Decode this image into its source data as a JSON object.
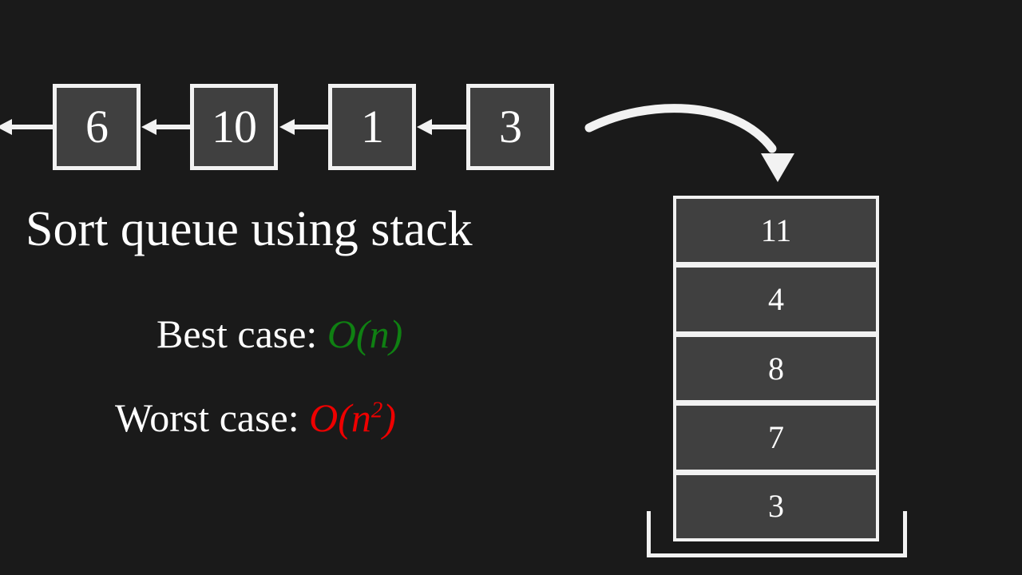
{
  "canvas": {
    "background_color": "#1a1a1a",
    "foreground_color": "#ffffff",
    "cell_fill_color": "#404040",
    "cell_border_color": "#f2f2f2"
  },
  "queue": {
    "label": "queue",
    "direction": "left",
    "nodes": [
      {
        "value": "6"
      },
      {
        "value": "10"
      },
      {
        "value": "1"
      },
      {
        "value": "3"
      }
    ]
  },
  "caption": {
    "title": "Sort queue using stack",
    "best": {
      "label": "Best case:",
      "complexity": "O(n)",
      "complexity_base": "O(n)",
      "color": "#0f8012"
    },
    "worst": {
      "label": "Worst case:",
      "complexity": "O(n^2)",
      "complexity_prefix": "O(n",
      "complexity_exponent": "2",
      "complexity_suffix": ")",
      "color": "#ee0000"
    }
  },
  "stack": {
    "label": "stack",
    "order": "top-to-bottom",
    "cells": [
      {
        "value": "11"
      },
      {
        "value": "4"
      },
      {
        "value": "8"
      },
      {
        "value": "7"
      },
      {
        "value": "3"
      }
    ]
  },
  "flow_arrow": {
    "label": "queue-to-stack-arrow",
    "color": "#f2f2f2"
  }
}
